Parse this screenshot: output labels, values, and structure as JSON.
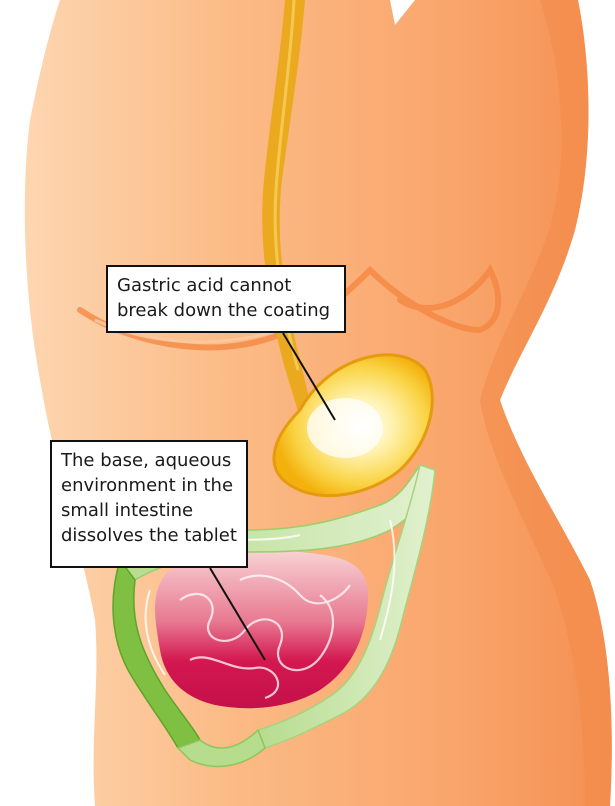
{
  "callouts": {
    "stomach": {
      "lines": [
        "Gastric acid cannot",
        "break down the coating"
      ]
    },
    "intestine": {
      "lines": [
        "The base, aqueous",
        "environment in the",
        "small intestine",
        "dissolves the tablet"
      ]
    }
  },
  "colors": {
    "skin": "#f9a870",
    "skin_light": "#fdd2ac",
    "skin_shadow": "#f28c4c",
    "esophagus": "#e9a81c",
    "stomach": "#f6be14",
    "stomach_glow": "#fff9d6",
    "colon_dark": "#7dbd3e",
    "colon_light": "#c9e4a7",
    "small_intestine": "#d4154e",
    "small_intestine_light": "#f2b0b8"
  }
}
